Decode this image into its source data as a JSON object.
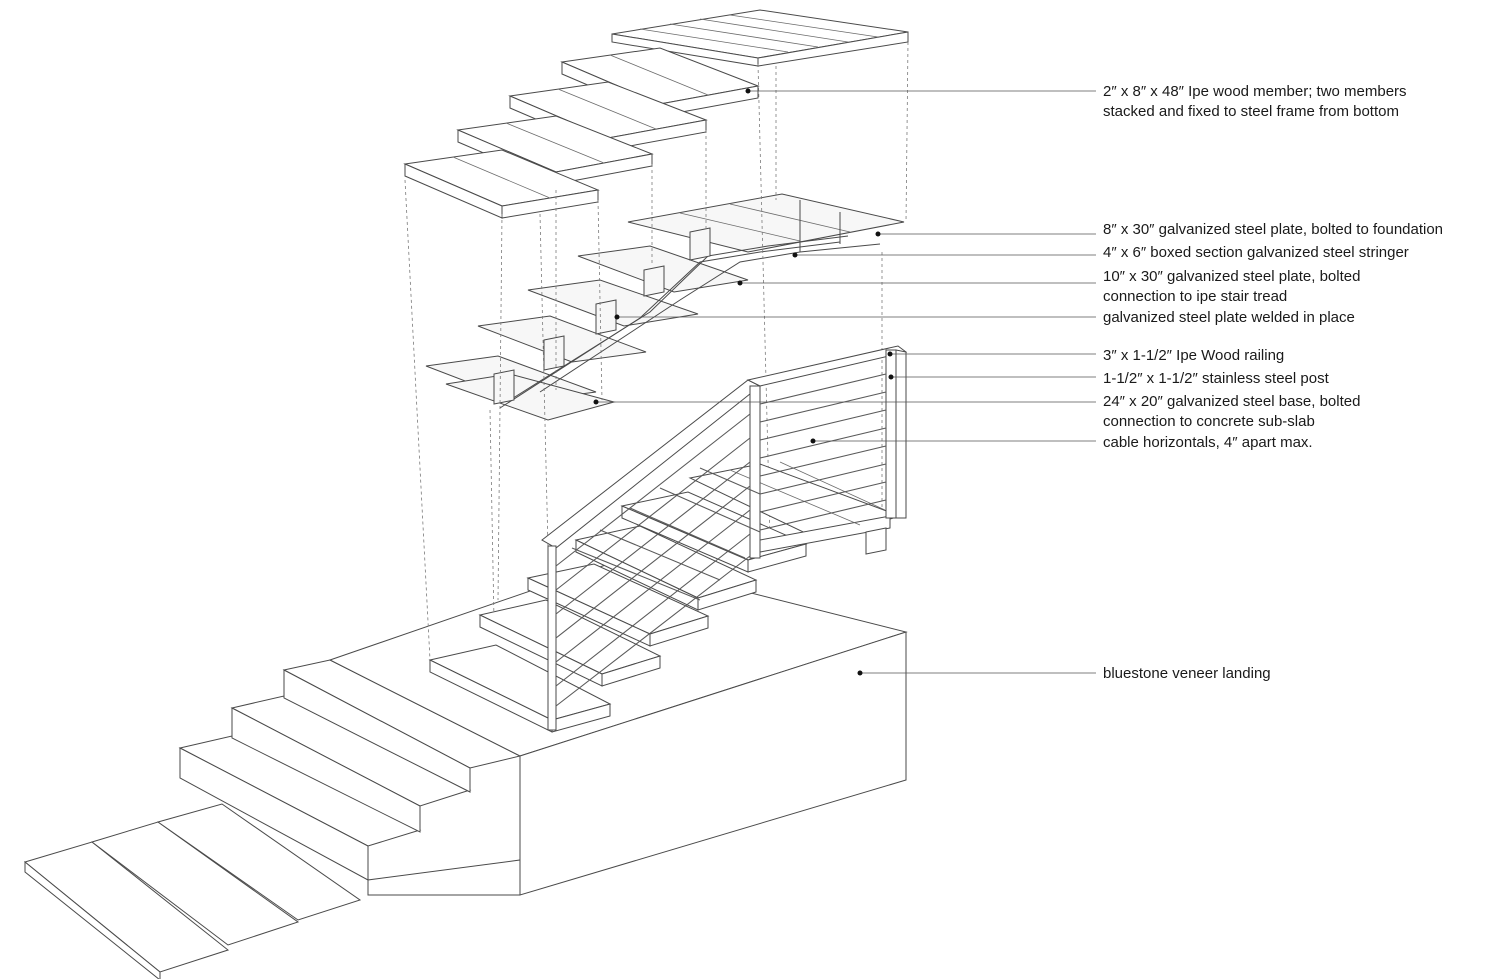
{
  "callouts": [
    {
      "id": "wood-member",
      "lines": [
        "2″ x 8″ x 48″ Ipe wood member; two members",
        "stacked and fixed to steel frame from bottom"
      ]
    },
    {
      "id": "steel-plate-8x30",
      "lines": [
        "8″ x 30″ galvanized steel plate, bolted to foundation"
      ]
    },
    {
      "id": "stringer",
      "lines": [
        "4″ x 6″ boxed section galvanized steel stringer"
      ]
    },
    {
      "id": "steel-plate-10x30",
      "lines": [
        "10″ x 30″ galvanized steel plate, bolted",
        "connection to ipe stair tread"
      ]
    },
    {
      "id": "welded-plate",
      "lines": [
        "galvanized steel plate welded in place"
      ]
    },
    {
      "id": "railing",
      "lines": [
        "3″ x 1-1/2″ Ipe Wood railing"
      ]
    },
    {
      "id": "post",
      "lines": [
        "1-1/2″ x 1-1/2″ stainless steel post"
      ]
    },
    {
      "id": "steel-base",
      "lines": [
        "24″ x 20″ galvanized steel base, bolted",
        "connection to concrete sub-slab"
      ]
    },
    {
      "id": "cables",
      "lines": [
        "cable horizontals, 4″ apart max."
      ]
    },
    {
      "id": "landing",
      "lines": [
        "bluestone veneer landing"
      ]
    }
  ]
}
